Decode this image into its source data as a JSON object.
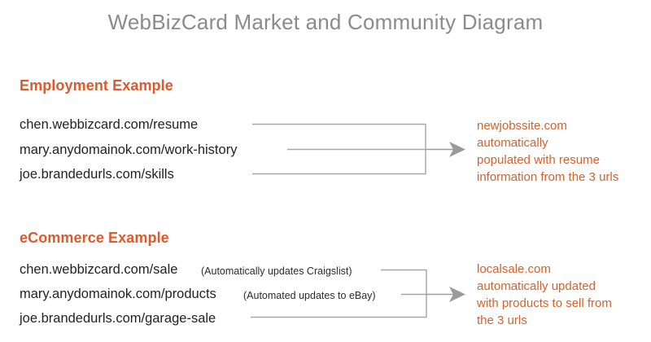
{
  "page": {
    "title": "WebBizCard Market and Community Diagram",
    "background_color": "#ffffff",
    "title_color": "#8b8b8b",
    "accent_color": "#e0592a",
    "body_accent_color": "#d1632f",
    "url_text_color": "#231f20",
    "connector_color": "#a0a0a0",
    "arrow_color": "#9a9a9a"
  },
  "sections": [
    {
      "heading": "Employment Example",
      "urls": [
        {
          "url": "chen.webbizcard.com/resume",
          "annotation": ""
        },
        {
          "url": "mary.anydomainok.com/work-history",
          "annotation": ""
        },
        {
          "url": "joe.brandedurls.com/skills",
          "annotation": ""
        }
      ],
      "result": {
        "lines": [
          "newjobssite.com",
          "automatically",
          "populated with resume",
          "information from the 3 urls"
        ]
      }
    },
    {
      "heading": "eCommerce Example",
      "urls": [
        {
          "url": "chen.webbizcard.com/sale",
          "annotation": "(Automatically updates Craigslist)"
        },
        {
          "url": "mary.anydomainok.com/products",
          "annotation": "(Automated updates to eBay)"
        },
        {
          "url": "joe.brandedurls.com/garage-sale",
          "annotation": ""
        }
      ],
      "result": {
        "lines": [
          "localsale.com",
          "automatically updated",
          "with products to sell from",
          "the 3 urls"
        ]
      }
    }
  ]
}
